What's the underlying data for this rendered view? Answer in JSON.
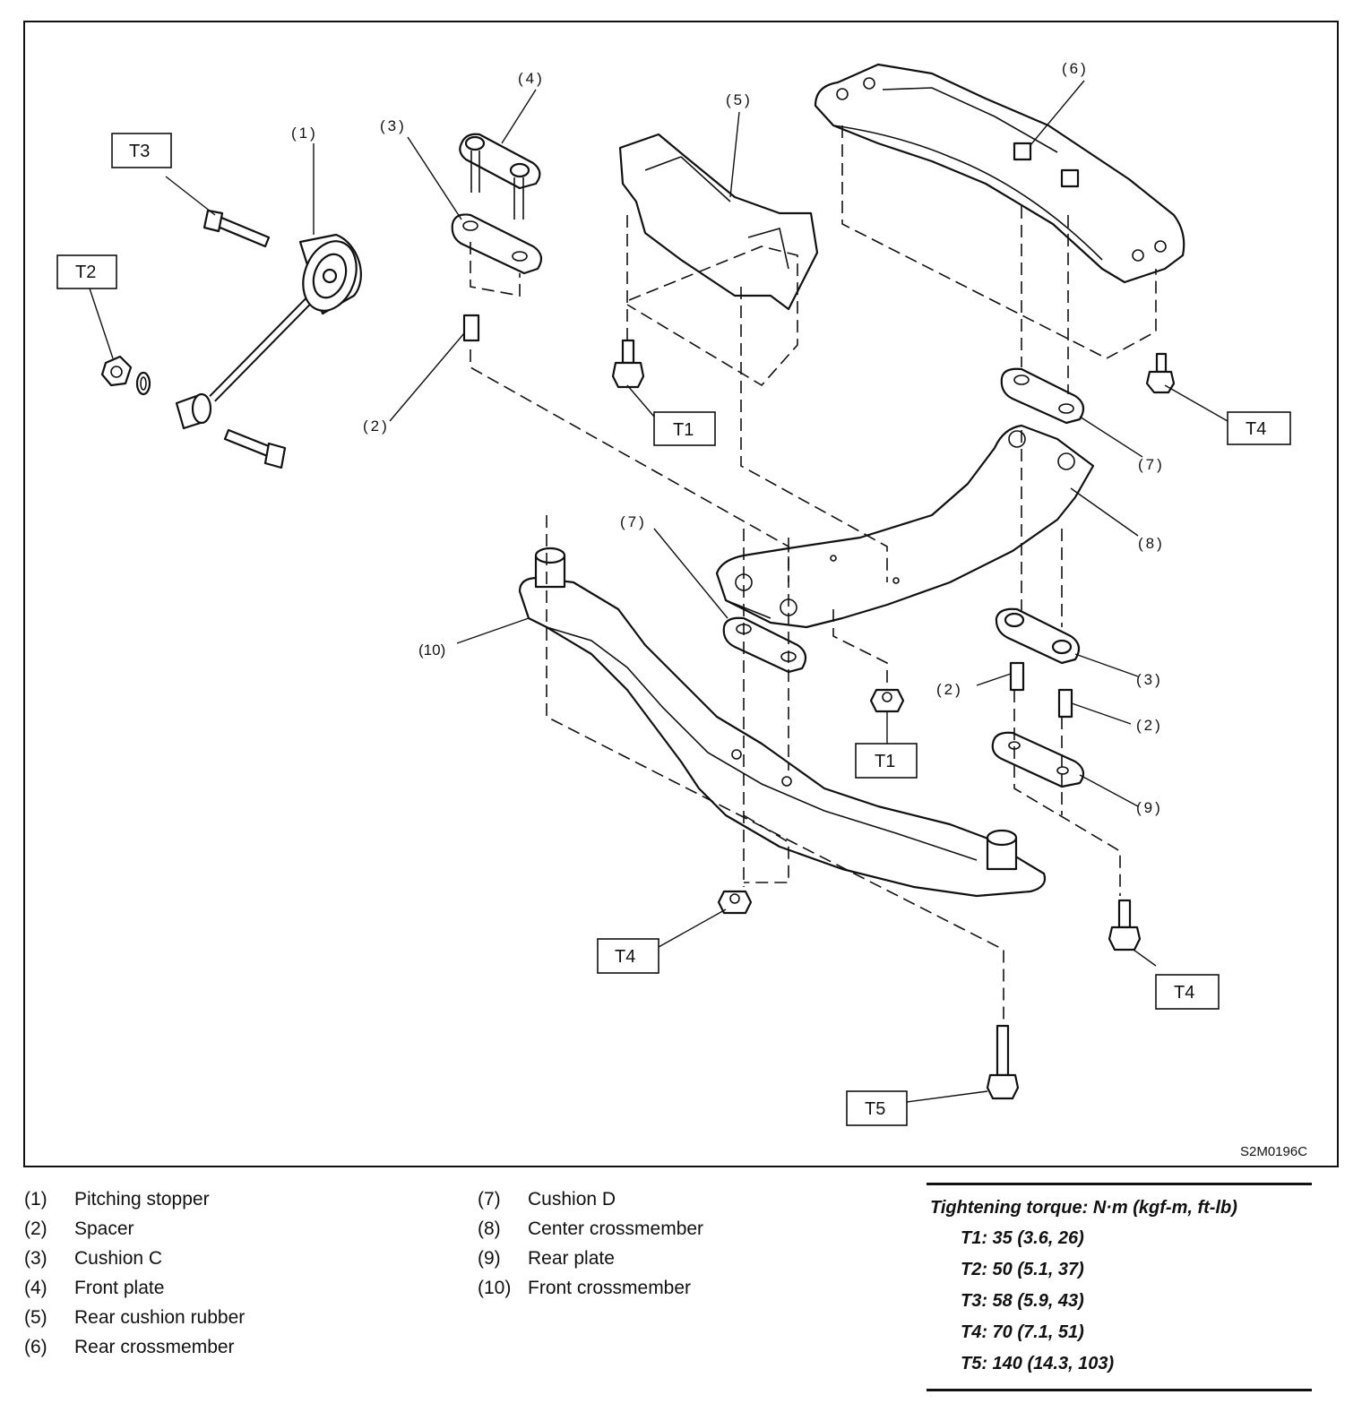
{
  "diagram": {
    "code": "S2M0196C",
    "callouts": {
      "c1": "(1)",
      "c2a": "(2)",
      "c2b": "(2)",
      "c2c": "(2)",
      "c3a": "(3)",
      "c3b": "(3)",
      "c4": "(4)",
      "c5": "(5)",
      "c6": "(6)",
      "c7a": "(7)",
      "c7b": "(7)",
      "c8": "(8)",
      "c9": "(9)",
      "c10": "(10)"
    },
    "torque_tags": {
      "t3": "T3",
      "t2": "T2",
      "t1a": "T1",
      "t1b": "T1",
      "t4a": "T4",
      "t4b": "T4",
      "t4c": "T4",
      "t5": "T5"
    }
  },
  "legend": {
    "col1": [
      {
        "num": "(1)",
        "name": "Pitching stopper"
      },
      {
        "num": "(2)",
        "name": "Spacer"
      },
      {
        "num": "(3)",
        "name": "Cushion C"
      },
      {
        "num": "(4)",
        "name": "Front plate"
      },
      {
        "num": "(5)",
        "name": "Rear cushion rubber"
      },
      {
        "num": "(6)",
        "name": "Rear crossmember"
      }
    ],
    "col2": [
      {
        "num": "(7)",
        "name": "Cushion D"
      },
      {
        "num": "(8)",
        "name": "Center crossmember"
      },
      {
        "num": "(9)",
        "name": "Rear plate"
      },
      {
        "num": "(10)",
        "name": "Front crossmember"
      }
    ]
  },
  "torque": {
    "heading": "Tightening torque: N·m (kgf-m, ft-lb)",
    "specs": [
      "T1: 35 (3.6, 26)",
      "T2: 50 (5.1, 37)",
      "T3: 58 (5.9, 43)",
      "T4: 70 (7.1, 51)",
      "T5: 140 (14.3, 103)"
    ]
  }
}
